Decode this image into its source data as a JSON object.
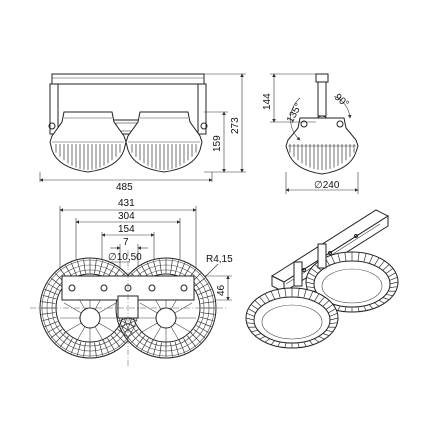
{
  "front_view": {
    "width_total": "485",
    "height_total": "273",
    "height_lamp": "159"
  },
  "side_view": {
    "bracket_height": "144",
    "angle_tilt": "135°",
    "angle_right": "90°",
    "lamp_diameter": "∅240"
  },
  "top_view": {
    "width_431": "431",
    "width_304": "304",
    "width_154": "154",
    "width_7": "7",
    "hole_diameter": "∅10,50",
    "radius": "R4,15",
    "offset_46": "46"
  }
}
